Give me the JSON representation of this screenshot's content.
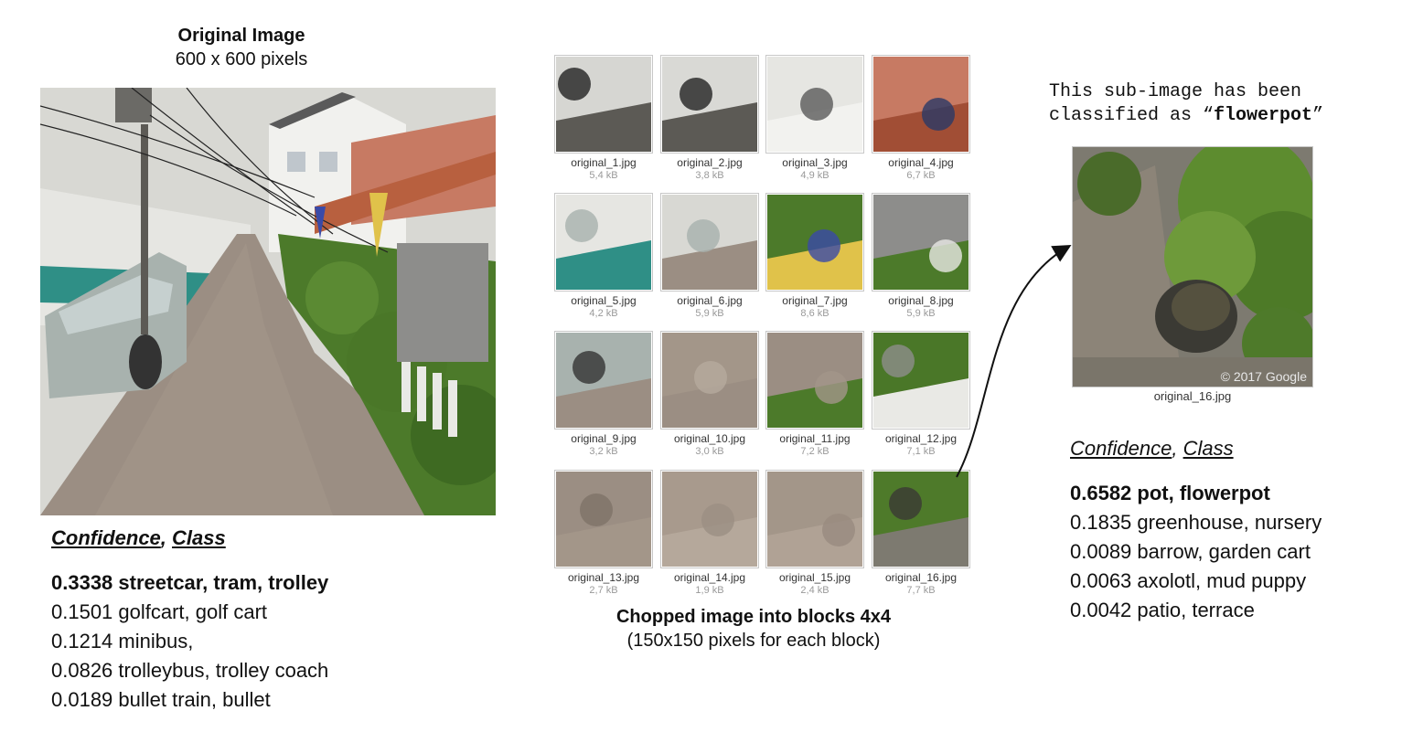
{
  "original": {
    "title": "Original Image",
    "size": "600 x 600 pixels"
  },
  "left_results": {
    "header_a": "Confidence",
    "header_sep": ",",
    "header_b": "Class",
    "items": [
      "0.3338 streetcar, tram, trolley",
      "0.1501 golfcart, golf cart",
      "0.1214 minibus,",
      "0.0826 trolleybus, trolley coach",
      "0.0189 bullet train, bullet"
    ]
  },
  "grid": {
    "tiles": [
      {
        "name": "original_1.jpg",
        "size": "5,4 kB"
      },
      {
        "name": "original_2.jpg",
        "size": "3,8 kB"
      },
      {
        "name": "original_3.jpg",
        "size": "4,9 kB"
      },
      {
        "name": "original_4.jpg",
        "size": "6,7 kB"
      },
      {
        "name": "original_5.jpg",
        "size": "4,2 kB"
      },
      {
        "name": "original_6.jpg",
        "size": "5,9 kB"
      },
      {
        "name": "original_7.jpg",
        "size": "8,6 kB"
      },
      {
        "name": "original_8.jpg",
        "size": "5,9 kB"
      },
      {
        "name": "original_9.jpg",
        "size": "3,2 kB"
      },
      {
        "name": "original_10.jpg",
        "size": "3,0 kB"
      },
      {
        "name": "original_11.jpg",
        "size": "7,2 kB"
      },
      {
        "name": "original_12.jpg",
        "size": "7,1 kB"
      },
      {
        "name": "original_13.jpg",
        "size": "2,7 kB"
      },
      {
        "name": "original_14.jpg",
        "size": "1,9 kB"
      },
      {
        "name": "original_15.jpg",
        "size": "2,4 kB"
      },
      {
        "name": "original_16.jpg",
        "size": "7,7 kB"
      }
    ],
    "caption": "Chopped image into blocks 4x4",
    "subcaption": "(150x150 pixels for each block)"
  },
  "subimage": {
    "line1": "This sub-image has been",
    "line2_prefix": "classified as “",
    "line2_class": "flowerpot",
    "line2_suffix": "”",
    "name": "original_16.jpg",
    "watermark": "© 2017 Google"
  },
  "right_results": {
    "header_a": "Confidence",
    "header_sep": ",",
    "header_b": "Class",
    "items": [
      "0.6582 pot, flowerpot",
      "0.1835 greenhouse, nursery",
      "0.0089 barrow, garden cart",
      "0.0063 axolotl, mud puppy",
      "0.0042 patio, terrace"
    ]
  },
  "colors": {
    "sky": "#dcdcd8",
    "wall": "#e8e8e4",
    "teal_stripe": "#2f8f86",
    "road": "#9a8c80",
    "foliage": "#4f7a2c",
    "roof": "#c7725f",
    "car": "#a9b3b0"
  }
}
